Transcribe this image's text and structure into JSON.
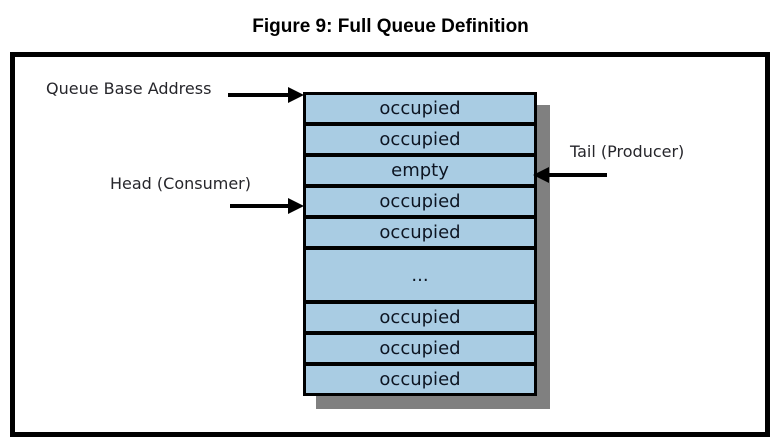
{
  "figure": {
    "title": "Figure 9: Full Queue Definition"
  },
  "diagram": {
    "labels": {
      "base_address": "Queue Base Address",
      "head": "Head (Consumer)",
      "tail": "Tail (Producer)"
    },
    "queue": {
      "cells": [
        {
          "state": "occupied"
        },
        {
          "state": "occupied"
        },
        {
          "state": "empty"
        },
        {
          "state": "occupied"
        },
        {
          "state": "occupied"
        },
        {
          "state": "...",
          "tall": true
        },
        {
          "state": "occupied"
        },
        {
          "state": "occupied"
        },
        {
          "state": "occupied"
        }
      ]
    },
    "colors": {
      "cell_fill": "#A9CCE3",
      "shadow": "#808080",
      "border": "#000000"
    }
  }
}
